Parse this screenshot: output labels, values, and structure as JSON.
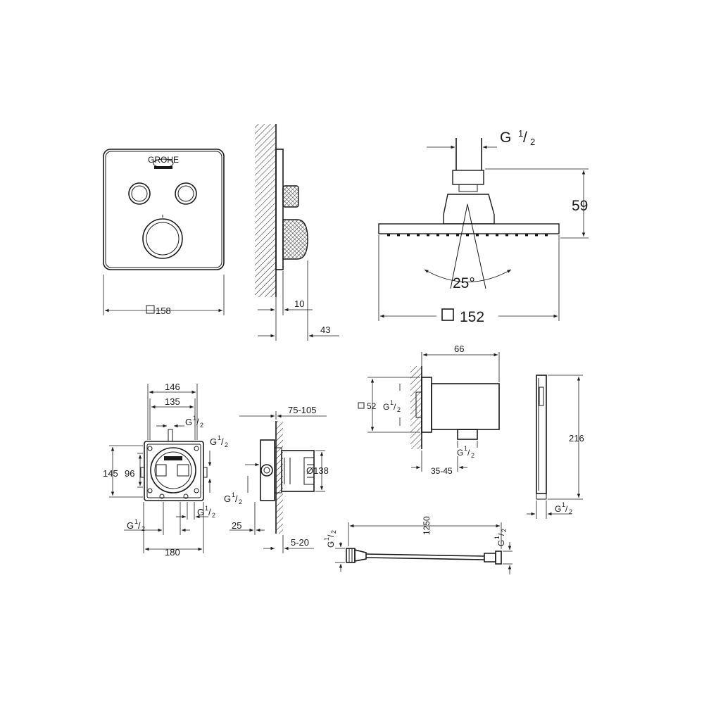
{
  "brand_logo": {
    "text": "GROHE",
    "icon": "grohe-logo-icon"
  },
  "faceplate": {
    "width_label": "158"
  },
  "faceplate_side": {
    "depth_label": "10",
    "total_label": "43"
  },
  "shower_head": {
    "thread_label": "G",
    "thread_sup": "1",
    "thread_sub": "2",
    "height_label": "59",
    "angle_label": "25°",
    "width_label": "152"
  },
  "wall_outlet": {
    "width_label": "66",
    "size_label": "52",
    "thread_top": {
      "g": "G",
      "sup": "1",
      "sub": "2"
    },
    "thread_bottom": {
      "g": "G",
      "sup": "1",
      "sub": "2"
    },
    "depth_label": "35-45"
  },
  "hand_shower": {
    "length_label": "216",
    "thread": {
      "g": "G",
      "sup": "1",
      "sub": "2"
    }
  },
  "rough_in_front": {
    "width_outer": "146",
    "width_inner": "135",
    "height_outer": "145",
    "height_inner": "96",
    "bottom_width": "180",
    "thread_top": {
      "g": "G",
      "sup": "1",
      "sub": "2"
    },
    "thread_right": {
      "g": "G",
      "sup": "1",
      "sub": "2"
    },
    "thread_bottom_left": {
      "g": "G",
      "sup": "1",
      "sub": "2"
    },
    "thread_bottom_right": {
      "g": "G",
      "sup": "1",
      "sub": "2"
    }
  },
  "rough_in_side": {
    "depth_range": "75-105",
    "diameter": "Ø138",
    "offset": "25",
    "cover_range": "5-20",
    "thread_left": {
      "g": "G",
      "sup": "1",
      "sub": "2"
    }
  },
  "hose": {
    "length_label": "1250",
    "thread_left": {
      "g": "G",
      "sup": "1",
      "sub": "2"
    },
    "thread_right": {
      "g": "G",
      "sup": "1",
      "sub": "2"
    }
  }
}
